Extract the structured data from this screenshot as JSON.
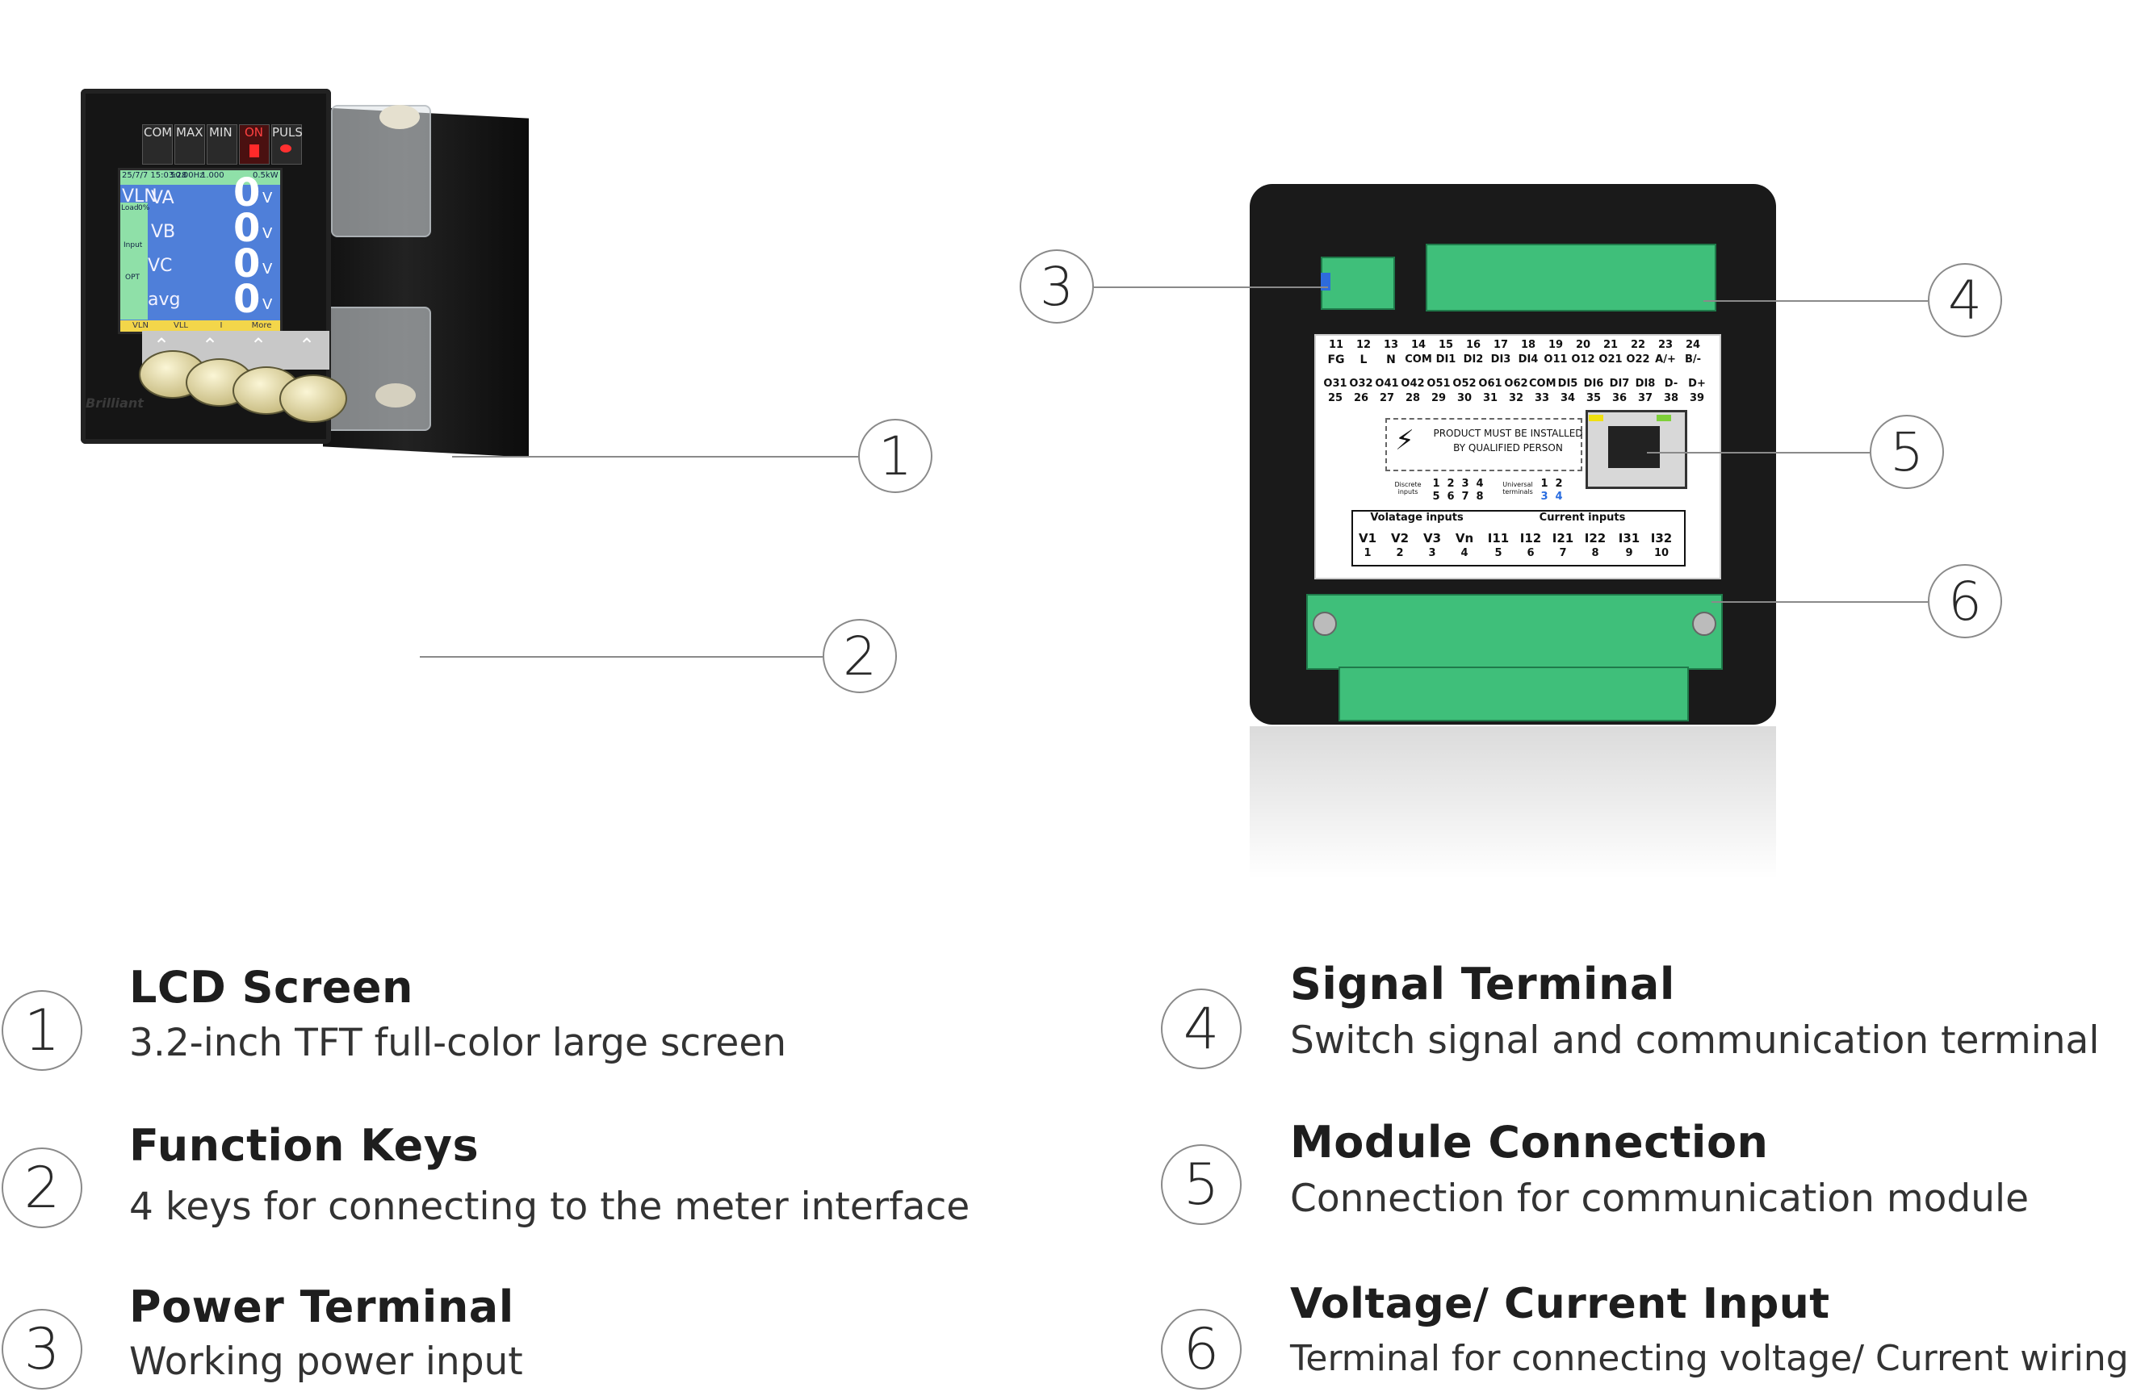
{
  "callouts": [
    {
      "num": "1"
    },
    {
      "num": "2"
    },
    {
      "num": "3"
    },
    {
      "num": "4"
    },
    {
      "num": "5"
    },
    {
      "num": "6"
    }
  ],
  "legend": [
    {
      "num": "1",
      "title": "LCD Screen",
      "desc": "3.2-inch TFT full-color large screen"
    },
    {
      "num": "2",
      "title": "Function Keys",
      "desc": "4 keys for connecting to the meter interface"
    },
    {
      "num": "3",
      "title": "Power Terminal",
      "desc": "Working power input"
    },
    {
      "num": "4",
      "title": "Signal Terminal",
      "desc": "Switch signal and communication terminal"
    },
    {
      "num": "5",
      "title": "Module Connection",
      "desc": "Connection for communication module"
    },
    {
      "num": "6",
      "title": "Voltage/ Current Input",
      "desc": "Terminal for connecting voltage/ Current wiring"
    }
  ],
  "front": {
    "leds": [
      "COM",
      "MAX",
      "MIN",
      "ON",
      "PULS"
    ],
    "status_bar": {
      "date": "25/7/7 15:03:28",
      "freq": "50.00Hz",
      "pf": "1.000",
      "power": "0.5kW"
    },
    "mode": "VLN",
    "rows": [
      {
        "label": "VA",
        "value": "0",
        "unit": "V"
      },
      {
        "label": "VB",
        "value": "0",
        "unit": "V"
      },
      {
        "label": "VC",
        "value": "0",
        "unit": "V"
      },
      {
        "label": "avg",
        "value": "0",
        "unit": "V"
      }
    ],
    "side": {
      "load": "Load",
      "load_pct": "0%",
      "input": "Input",
      "opt": "OPT"
    },
    "softkeys": [
      "VLN",
      "VLL",
      "I",
      "More"
    ],
    "brand": "Brilliant"
  },
  "back": {
    "top_nums": [
      "11",
      "12",
      "13",
      "14",
      "15",
      "16",
      "17",
      "18",
      "19",
      "20",
      "21",
      "22",
      "23",
      "24"
    ],
    "top_labels": [
      "FG",
      "L",
      "N",
      "COM",
      "DI1",
      "DI2",
      "DI3",
      "DI4",
      "O11",
      "O12",
      "O21",
      "O22",
      "A/+",
      "B/-"
    ],
    "mid_labels": [
      "O31",
      "O32",
      "O41",
      "O42",
      "O51",
      "O52",
      "O61",
      "O62",
      "COM",
      "DI5",
      "DI6",
      "DI7",
      "DI8",
      "D-",
      "D+"
    ],
    "mid_nums": [
      "25",
      "26",
      "27",
      "28",
      "29",
      "30",
      "31",
      "32",
      "33",
      "34",
      "35",
      "36",
      "37",
      "38",
      "39"
    ],
    "warning": [
      "PRODUCT MUST BE INSTALLED",
      "BY QUALIFIED PERSON"
    ],
    "discrete_label": "Discrete inputs",
    "discrete_top": [
      "1",
      "2",
      "3",
      "4"
    ],
    "discrete_bottom": [
      "5",
      "6",
      "7",
      "8"
    ],
    "universal_label": "Universal terminals",
    "universal_top": [
      "1",
      "2"
    ],
    "universal_bottom": [
      "3",
      "4"
    ],
    "voltage_header": "Volatage inputs",
    "current_header": "Current inputs",
    "bottom_labels": [
      "V1",
      "V2",
      "V3",
      "Vn",
      "I11",
      "I12",
      "I21",
      "I22",
      "I31",
      "I32"
    ],
    "bottom_nums": [
      "1",
      "2",
      "3",
      "4",
      "5",
      "6",
      "7",
      "8",
      "9",
      "10"
    ]
  }
}
